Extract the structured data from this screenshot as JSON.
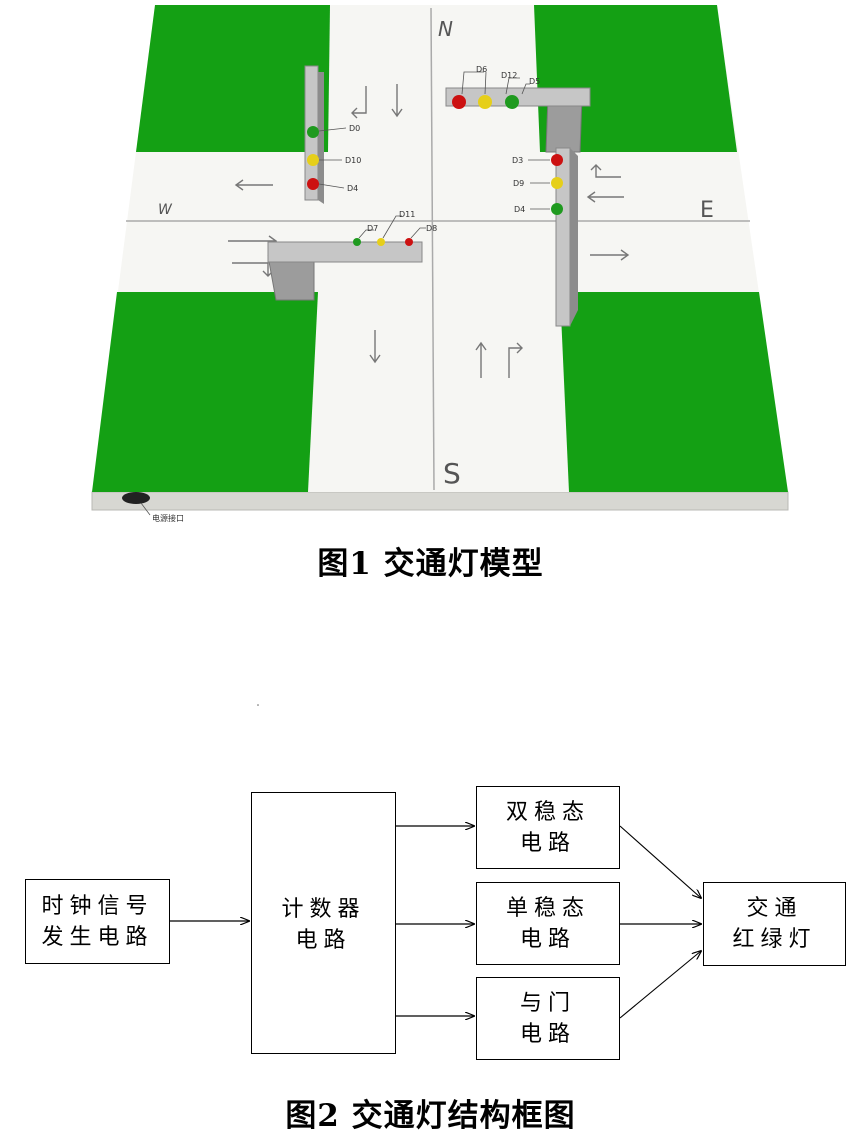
{
  "figure1": {
    "caption": "图1   交通灯模型",
    "compass": {
      "north": "N",
      "south": "S",
      "east": "E",
      "west": "W"
    },
    "light_labels": {
      "top": [
        "D6",
        "D12",
        "D5"
      ],
      "west": [
        "D0",
        "D10",
        "D4"
      ],
      "south": [
        "D7",
        "D11",
        "D8"
      ],
      "east": [
        "D3",
        "D9",
        "D4"
      ]
    },
    "port_label": "电源接口",
    "colors": {
      "grass": "#13a113",
      "road": "#f7f7f4",
      "red": "#cc1111",
      "yellow": "#e8d21a",
      "green": "#1f9a1f"
    }
  },
  "figure2": {
    "caption": "图2  交通灯结构框图",
    "blocks": {
      "clock": [
        "时钟信号",
        "发生电路"
      ],
      "counter": [
        "计数器",
        "电路"
      ],
      "bistable": [
        "双稳态",
        "电路"
      ],
      "monostable": [
        "单稳态",
        "电路"
      ],
      "and_gate": [
        "与门",
        "电路"
      ],
      "lights": [
        "交通",
        "红绿灯"
      ]
    }
  }
}
